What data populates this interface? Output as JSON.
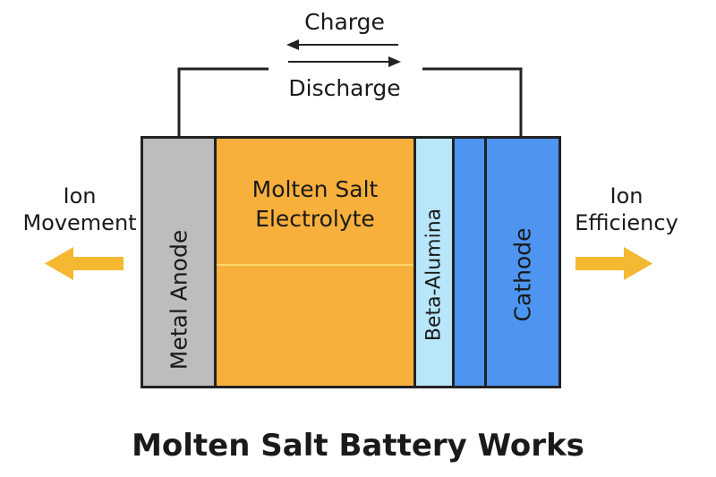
{
  "circuit": {
    "charge_label": "Charge",
    "discharge_label": "Discharge"
  },
  "sides": {
    "left_label_line1": "Ion",
    "left_label_line2": "Movement",
    "right_label_line1": "Ion",
    "right_label_line2": "Efficiency"
  },
  "layers": {
    "anode": "Metal Anode",
    "electrolyte_line1": "Molten Salt",
    "electrolyte_line2": "Electrolyte",
    "separator": "Beta-Alumina",
    "cathode": "Cathode"
  },
  "title": "Molten Salt Battery Works",
  "colors": {
    "anode": "#bdbdbd",
    "electrolyte": "#f8b03c",
    "beta_alumina": "#b8e6fb",
    "cathode": "#4d95f1",
    "arrow_yellow": "#f4b832"
  }
}
